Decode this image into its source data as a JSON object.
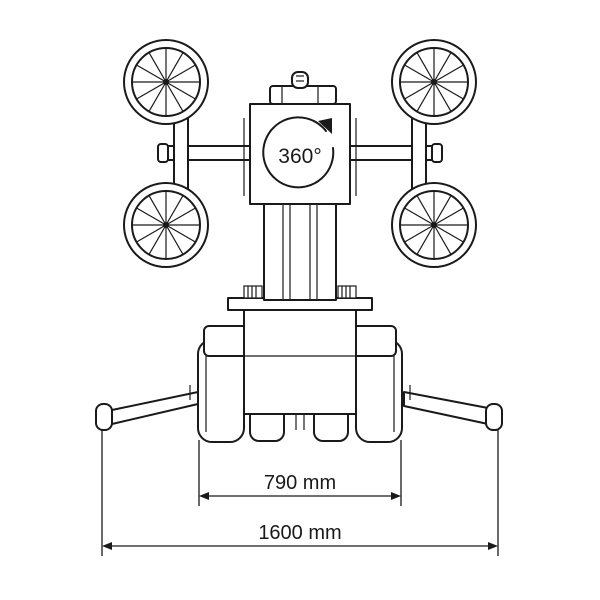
{
  "rotation_label": "360°",
  "dimensions": {
    "inner_width": "790 mm",
    "outer_width": "1600 mm"
  }
}
